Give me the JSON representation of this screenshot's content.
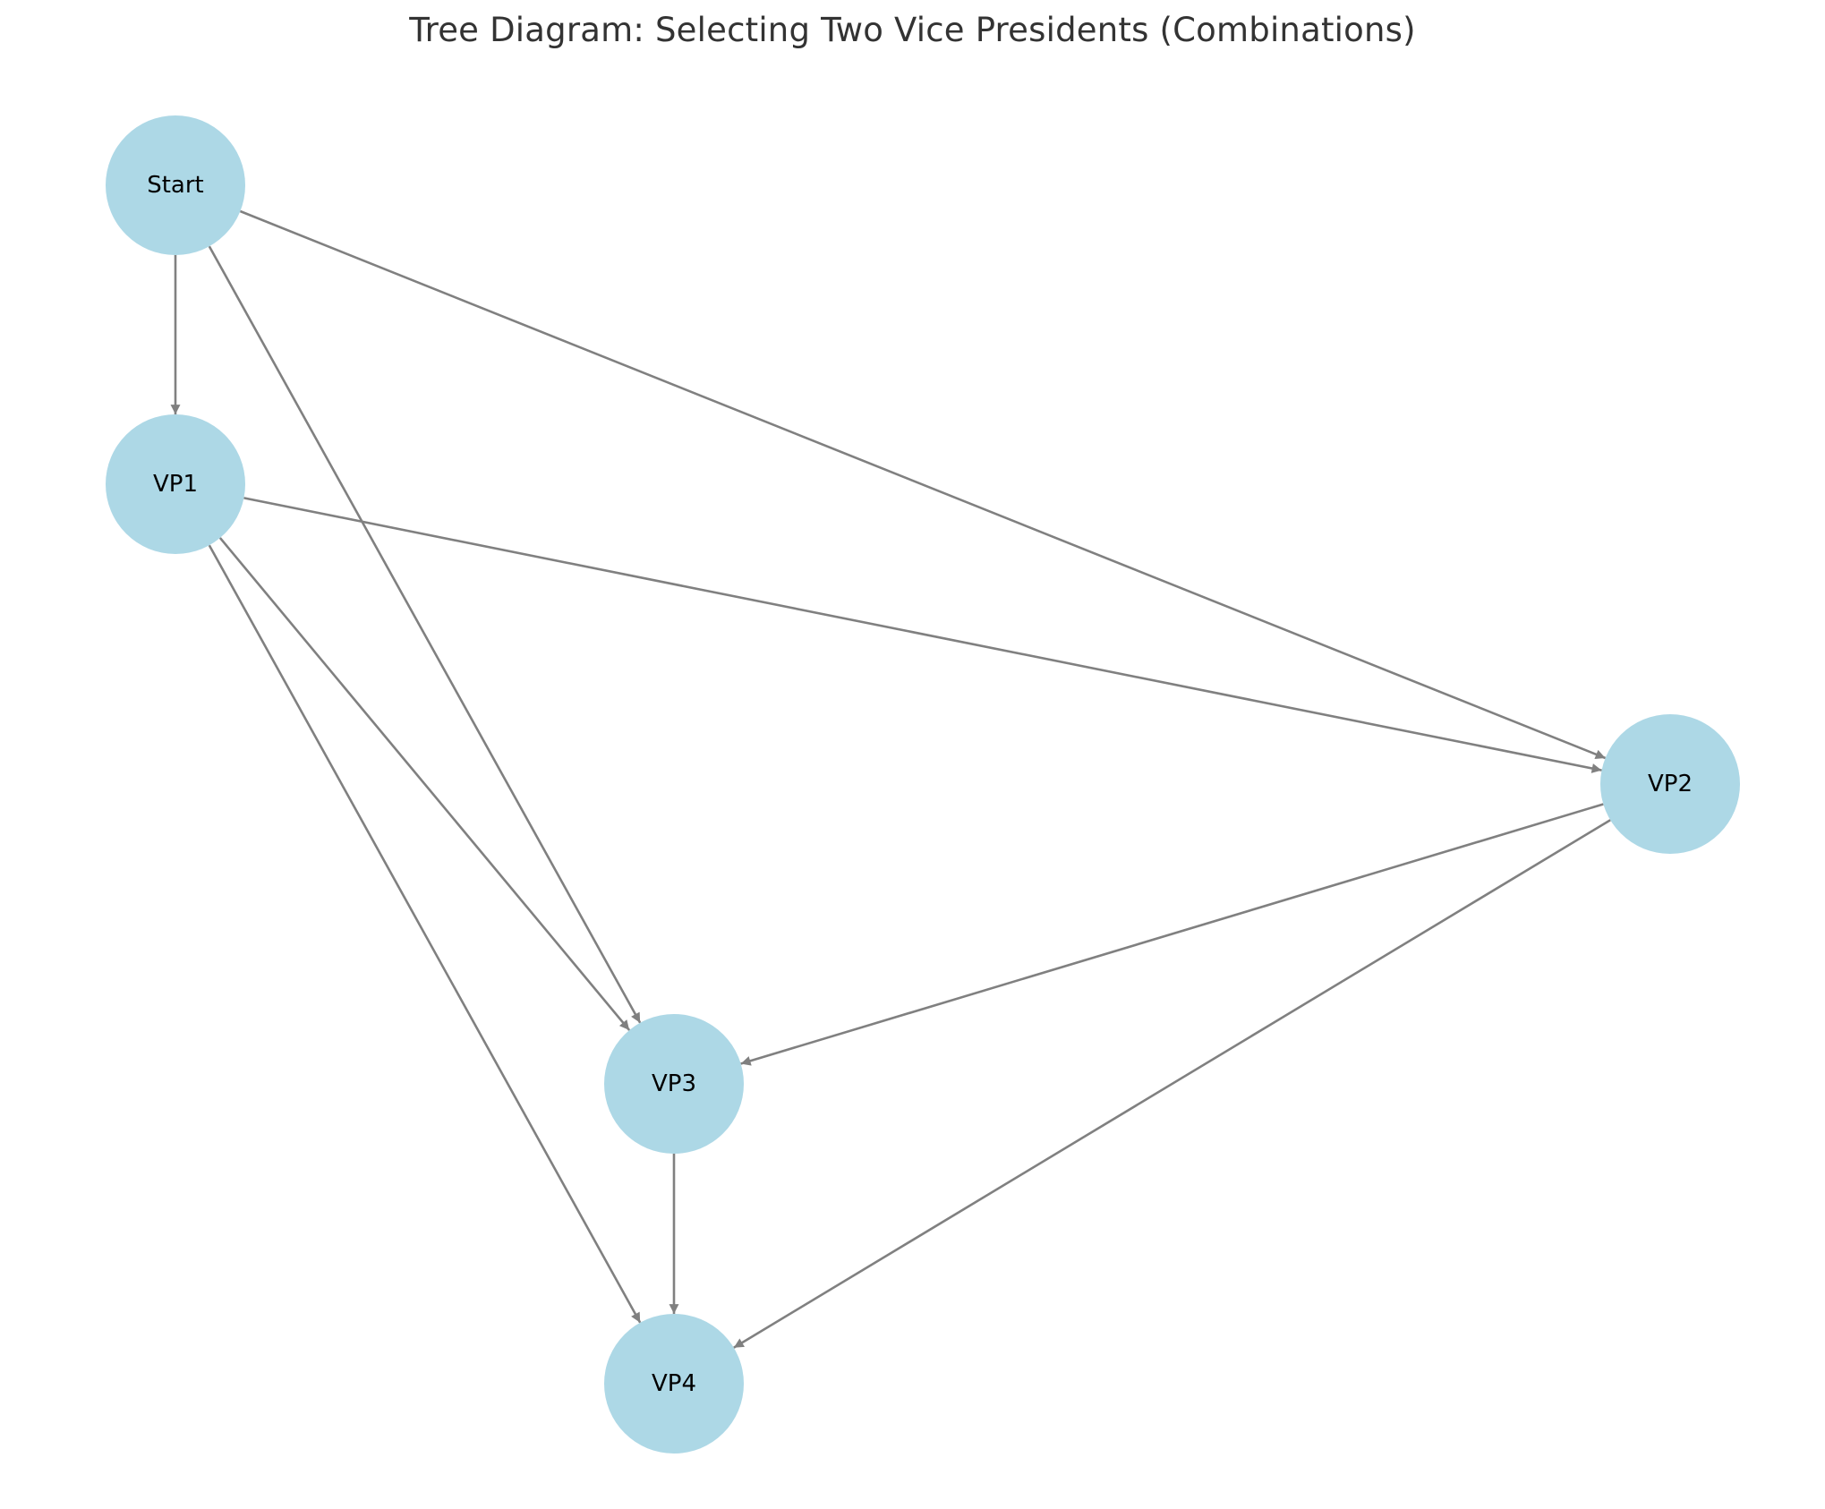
{
  "title": "Tree Diagram: Selecting Two Vice Presidents (Combinations)",
  "colors": {
    "node_fill": "#add8e6",
    "edge": "#808080",
    "label": "#000000",
    "title": "#333333"
  },
  "nodes": [
    {
      "id": "start",
      "label": "Start"
    },
    {
      "id": "vp1",
      "label": "VP1"
    },
    {
      "id": "vp2",
      "label": "VP2"
    },
    {
      "id": "vp3",
      "label": "VP3"
    },
    {
      "id": "vp4",
      "label": "VP4"
    }
  ],
  "edges": [
    {
      "from": "start",
      "to": "vp1"
    },
    {
      "from": "start",
      "to": "vp2"
    },
    {
      "from": "start",
      "to": "vp3"
    },
    {
      "from": "vp1",
      "to": "vp2"
    },
    {
      "from": "vp1",
      "to": "vp3"
    },
    {
      "from": "vp1",
      "to": "vp4"
    },
    {
      "from": "vp2",
      "to": "vp3"
    },
    {
      "from": "vp2",
      "to": "vp4"
    },
    {
      "from": "vp3",
      "to": "vp4"
    }
  ]
}
